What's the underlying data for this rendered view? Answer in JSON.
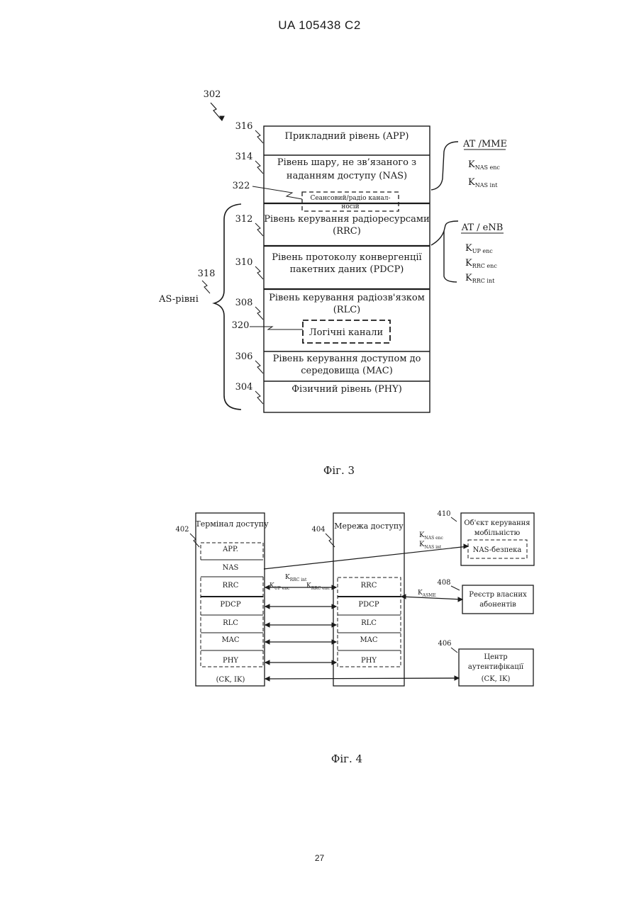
{
  "header": "UA   105438   C2",
  "page_number": "27",
  "fig3": {
    "caption": "Фіг. 3",
    "ref_302": "302",
    "ref_318": "318",
    "as_label": "AS-рівні",
    "layers": [
      {
        "ref": "316",
        "lines": [
          "Прикладний рівень (APP)"
        ]
      },
      {
        "ref": "314",
        "lines": [
          "Рівень шару, не зв’язаного з",
          "наданням доступу (NAS)"
        ]
      },
      {
        "ref": "312",
        "lines": [
          "Рівень керування радіоресурсами",
          "(RRC)"
        ]
      },
      {
        "ref": "310",
        "lines": [
          "Рівень протоколу конвергенції",
          "пакетних даних (PDCP)"
        ]
      },
      {
        "ref": "308",
        "lines": [
          "Рівень керування радіозв'язком",
          "(RLC)"
        ]
      },
      {
        "ref": "306",
        "lines": [
          "Рівень керування доступом до",
          "середовища (MAC)"
        ]
      },
      {
        "ref": "304",
        "lines": [
          "Фізичний рівень (PHY)"
        ]
      }
    ],
    "bearer_ref": "322",
    "bearer_lines": [
      "Сеансовий/радіо канал-",
      "носій"
    ],
    "logical_ref": "320",
    "logical_label": "Логічні канали",
    "mme": {
      "title": "AT /MME",
      "keys": [
        [
          "K",
          "NAS enc"
        ],
        [
          "K",
          "NAS int"
        ]
      ]
    },
    "enb": {
      "title": "AT / eNB",
      "keys": [
        [
          "K",
          "UP enc"
        ],
        [
          "K",
          "RRC enc"
        ],
        [
          "K",
          "RRC int"
        ]
      ]
    }
  },
  "fig4": {
    "caption": "Фіг. 4",
    "terminal": {
      "ref": "402",
      "title": "Термінал доступу",
      "layers": [
        "APP.",
        "NAS",
        "RRC",
        "PDCP",
        "RLC",
        "MAC",
        "PHY"
      ],
      "keys": "(CK,   IK)"
    },
    "network": {
      "ref": "404",
      "title": "Мережа доступу",
      "layers": [
        "RRC",
        "PDCP",
        "RLC",
        "MAC",
        "PHY"
      ]
    },
    "mme_entity": {
      "ref": "410",
      "title_lines": [
        "Об'єкт керування",
        "мобільністю"
      ],
      "inner": "NAS-безпека"
    },
    "hss": {
      "ref": "408",
      "lines": [
        "Реєстр власних",
        "абонентів"
      ]
    },
    "auc": {
      "ref": "406",
      "lines": [
        "Центр",
        "аутентифікації",
        "(CK,   IK)"
      ]
    },
    "key_nas": [
      [
        "K",
        "NAS enc"
      ],
      [
        "K",
        "NAS int"
      ]
    ],
    "key_rrc_int": [
      "K",
      "RRC int"
    ],
    "key_up_enc": [
      "K",
      "UP enc"
    ],
    "key_rrc_enc": [
      "K",
      "RRC enc"
    ],
    "key_asme": [
      "K",
      "ASME"
    ]
  }
}
